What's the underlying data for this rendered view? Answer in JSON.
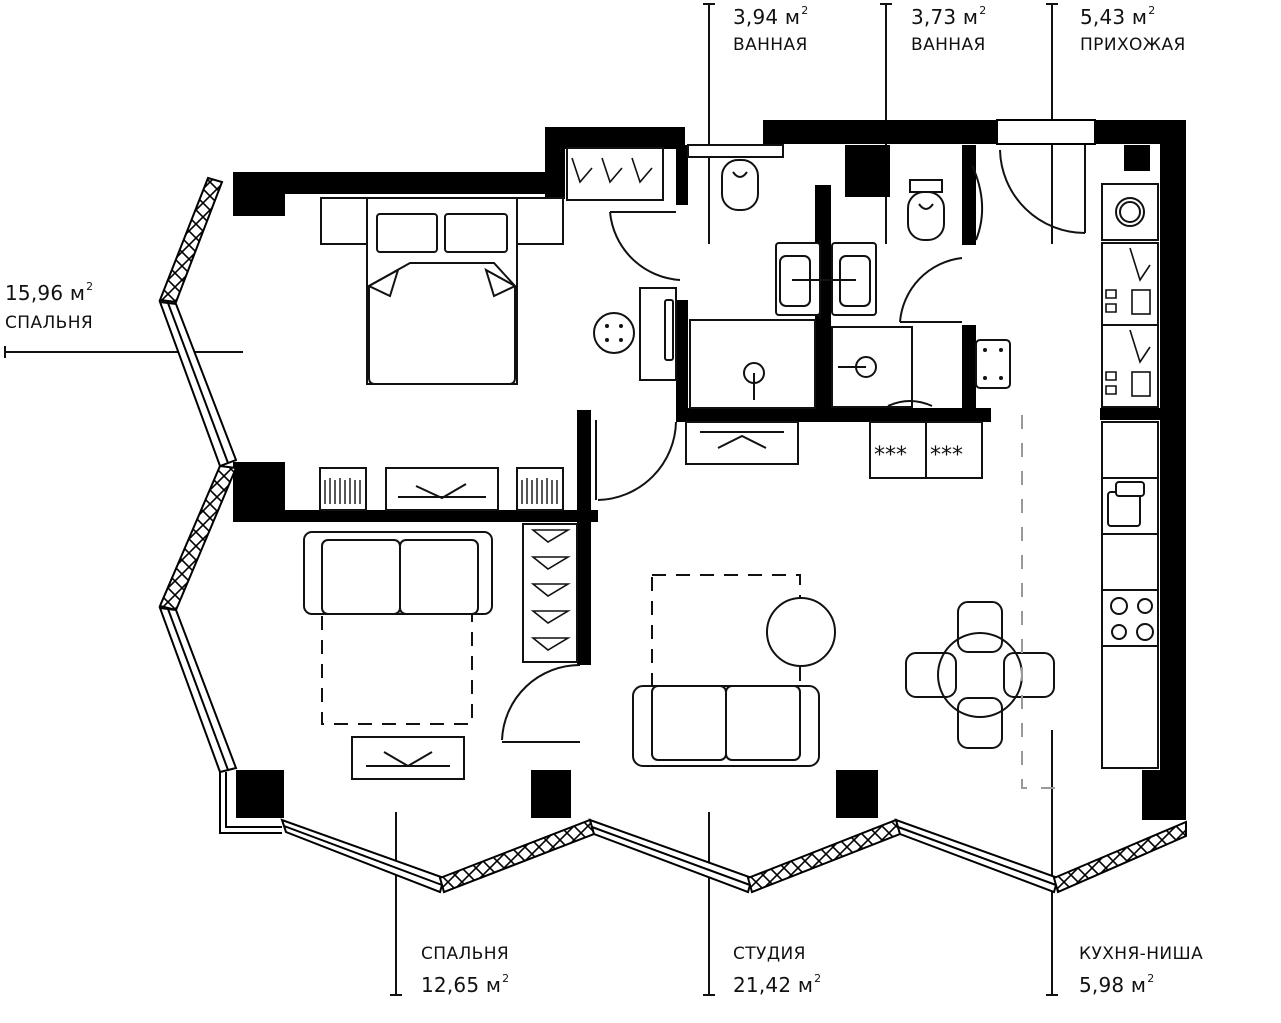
{
  "plan": {
    "unit_suffix": "м",
    "unit_power": "2",
    "colors": {
      "wall": "#000000",
      "line": "#111111",
      "dashed": "#9a9a9a",
      "background": "#ffffff"
    }
  },
  "rooms": [
    {
      "id": "bathroom-1",
      "area": "3,94 м",
      "name": "ВАННАЯ"
    },
    {
      "id": "bathroom-2",
      "area": "3,73 м",
      "name": "ВАННАЯ"
    },
    {
      "id": "hallway",
      "area": "5,43 м",
      "name": "ПРИХОЖАЯ"
    },
    {
      "id": "bedroom-1",
      "area": "15,96 м",
      "name": "СПАЛЬНЯ"
    },
    {
      "id": "bedroom-2",
      "area": "12,65 м",
      "name": "СПАЛЬНЯ"
    },
    {
      "id": "studio",
      "area": "21,42 м",
      "name": "СТУДИЯ"
    },
    {
      "id": "kitchen-niche",
      "area": "5,98 м",
      "name": "КУХНЯ-НИША"
    }
  ],
  "furniture_icons": [
    "double-bed-icon",
    "nightstand-icon",
    "tv-stand-icon",
    "bookshelf-icon",
    "wardrobe-hanger-icon",
    "toilet-icon",
    "sink-icon",
    "shower-icon",
    "washing-machine-icon",
    "shoe-rack-icon",
    "kitchen-sink-icon",
    "cooktop-icon",
    "sofa-icon",
    "dining-table-icon",
    "chair-icon",
    "round-side-table-icon",
    "ottoman-icon",
    "appliance-asterisk-icon",
    "door-swing-icon",
    "window-icon"
  ]
}
